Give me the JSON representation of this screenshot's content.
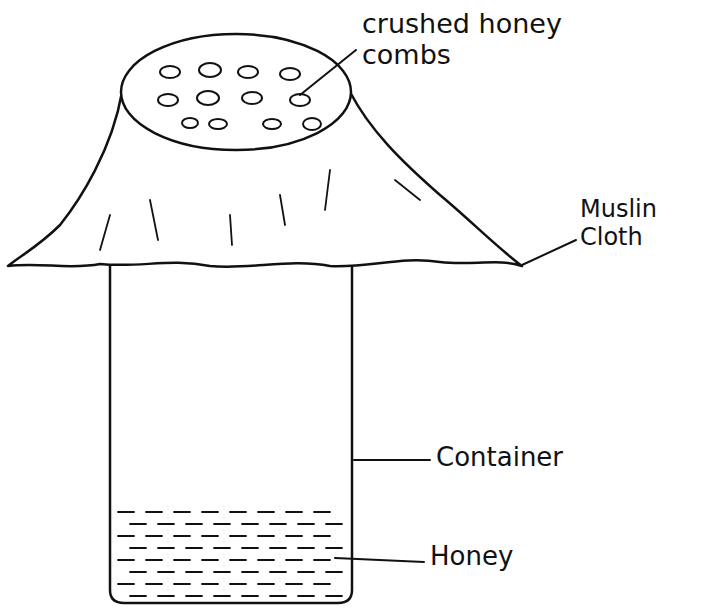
{
  "diagram": {
    "labels": [
      "crushed honey combs",
      "Muslin Cloth",
      "Container",
      "Honey"
    ]
  }
}
